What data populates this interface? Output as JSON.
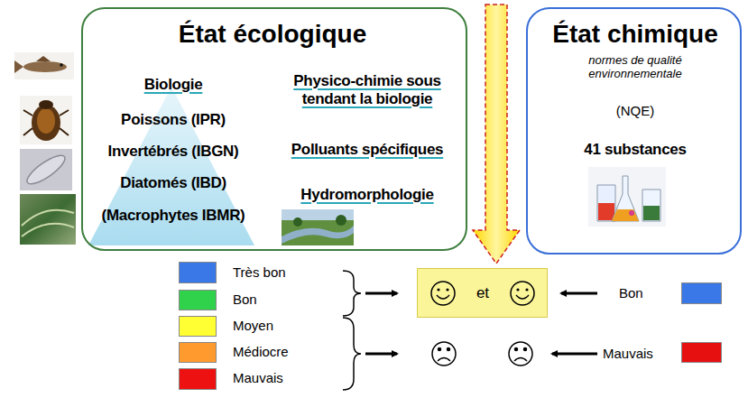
{
  "diagram": {
    "nodes": [
      {
        "text": [
          "État écologique",
          "Biologie",
          "Poissons (IPR)",
          "Invertébrés (IBGN)",
          "Diatomés (IBD)",
          "(Macrophytes IBMR)",
          "Physico-chimie sous tendant la biologie",
          "Polluants spécifiques",
          "Hydromorphologie"
        ]
      },
      {
        "text": [
          "État chimique",
          "normes de qualité environnementale",
          "(NQE)",
          "41 substances"
        ]
      },
      {
        "text": [
          "et"
        ]
      }
    ],
    "legend": [
      {
        "text": "Très bon",
        "color": "#3b78e7"
      },
      {
        "text": "Bon",
        "color": "#2fd24a"
      },
      {
        "text": "Moyen",
        "color": "#ffff33"
      },
      {
        "text": "Médiocre",
        "color": "#ff9a2e"
      },
      {
        "text": "Mauvais",
        "color": "#ee1111"
      },
      {
        "text": "Bon",
        "color": "#3b78e7"
      },
      {
        "text": "Mauvais",
        "color": "#e61010"
      }
    ]
  }
}
